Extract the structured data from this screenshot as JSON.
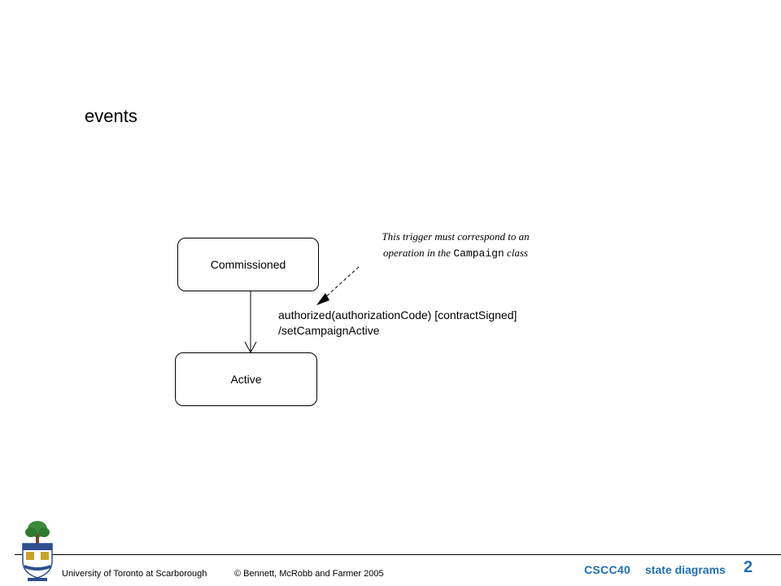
{
  "slide": {
    "heading": "events"
  },
  "diagram": {
    "states": [
      {
        "label": "Commissioned"
      },
      {
        "label": "Active"
      }
    ],
    "transition": {
      "line1": "authorized(authorizationCode) [contractSigned]",
      "line2": "/setCampaignActive"
    },
    "note": {
      "text_before": "This trigger must correspond to an operation in the ",
      "code": "Campaign",
      "text_after": " class"
    }
  },
  "footer": {
    "university": "University of Toronto at Scarborough",
    "copyright": "© Bennett, McRobb and Farmer 2005",
    "course": "CSCC40",
    "topic": "state diagrams",
    "page": "2"
  },
  "colors": {
    "accent": "#1f6fb5",
    "logo_green": "#3a8a3a",
    "logo_blue": "#2d4f8f",
    "logo_gold": "#c9a227"
  },
  "icons": {
    "logo": "university-crest-icon"
  }
}
